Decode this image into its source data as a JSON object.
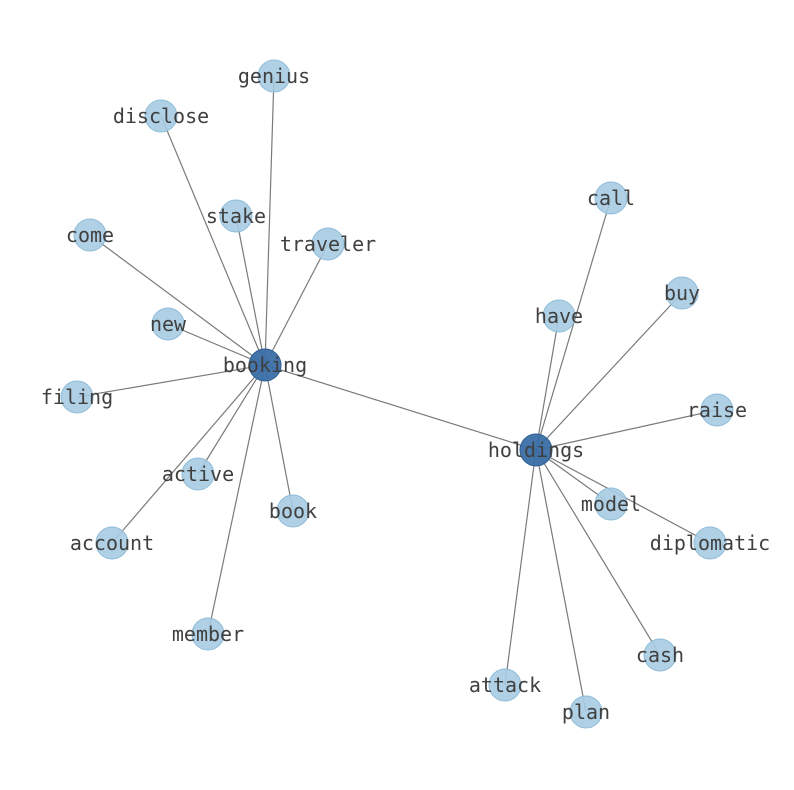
{
  "graph": {
    "colors": {
      "hub": "#3a6fa8",
      "leaf": "#a6cbe2",
      "edge": "#7a7a7a",
      "label": "#404040"
    },
    "nodes": [
      {
        "id": "booking",
        "label": "booking",
        "kind": "hub"
      },
      {
        "id": "holdings",
        "label": "holdings",
        "kind": "hub"
      },
      {
        "id": "genius",
        "label": "genius",
        "kind": "leaf"
      },
      {
        "id": "disclose",
        "label": "disclose",
        "kind": "leaf"
      },
      {
        "id": "stake",
        "label": "stake",
        "kind": "leaf"
      },
      {
        "id": "traveler",
        "label": "traveler",
        "kind": "leaf"
      },
      {
        "id": "come",
        "label": "come",
        "kind": "leaf"
      },
      {
        "id": "new",
        "label": "new",
        "kind": "leaf"
      },
      {
        "id": "filing",
        "label": "filing",
        "kind": "leaf"
      },
      {
        "id": "active",
        "label": "active",
        "kind": "leaf"
      },
      {
        "id": "book",
        "label": "book",
        "kind": "leaf"
      },
      {
        "id": "account",
        "label": "account",
        "kind": "leaf"
      },
      {
        "id": "member",
        "label": "member",
        "kind": "leaf"
      },
      {
        "id": "call",
        "label": "call",
        "kind": "leaf"
      },
      {
        "id": "buy",
        "label": "buy",
        "kind": "leaf"
      },
      {
        "id": "have",
        "label": "have",
        "kind": "leaf"
      },
      {
        "id": "raise",
        "label": "raise",
        "kind": "leaf"
      },
      {
        "id": "model",
        "label": "model",
        "kind": "leaf"
      },
      {
        "id": "diplomatic",
        "label": "diplomatic",
        "kind": "leaf"
      },
      {
        "id": "cash",
        "label": "cash",
        "kind": "leaf"
      },
      {
        "id": "attack",
        "label": "attack",
        "kind": "leaf"
      },
      {
        "id": "plan",
        "label": "plan",
        "kind": "leaf"
      }
    ],
    "edges": [
      [
        "booking",
        "holdings"
      ],
      [
        "booking",
        "genius"
      ],
      [
        "booking",
        "disclose"
      ],
      [
        "booking",
        "stake"
      ],
      [
        "booking",
        "traveler"
      ],
      [
        "booking",
        "come"
      ],
      [
        "booking",
        "new"
      ],
      [
        "booking",
        "filing"
      ],
      [
        "booking",
        "active"
      ],
      [
        "booking",
        "book"
      ],
      [
        "booking",
        "account"
      ],
      [
        "booking",
        "member"
      ],
      [
        "holdings",
        "call"
      ],
      [
        "holdings",
        "buy"
      ],
      [
        "holdings",
        "have"
      ],
      [
        "holdings",
        "raise"
      ],
      [
        "holdings",
        "model"
      ],
      [
        "holdings",
        "diplomatic"
      ],
      [
        "holdings",
        "cash"
      ],
      [
        "holdings",
        "attack"
      ],
      [
        "holdings",
        "plan"
      ]
    ]
  }
}
